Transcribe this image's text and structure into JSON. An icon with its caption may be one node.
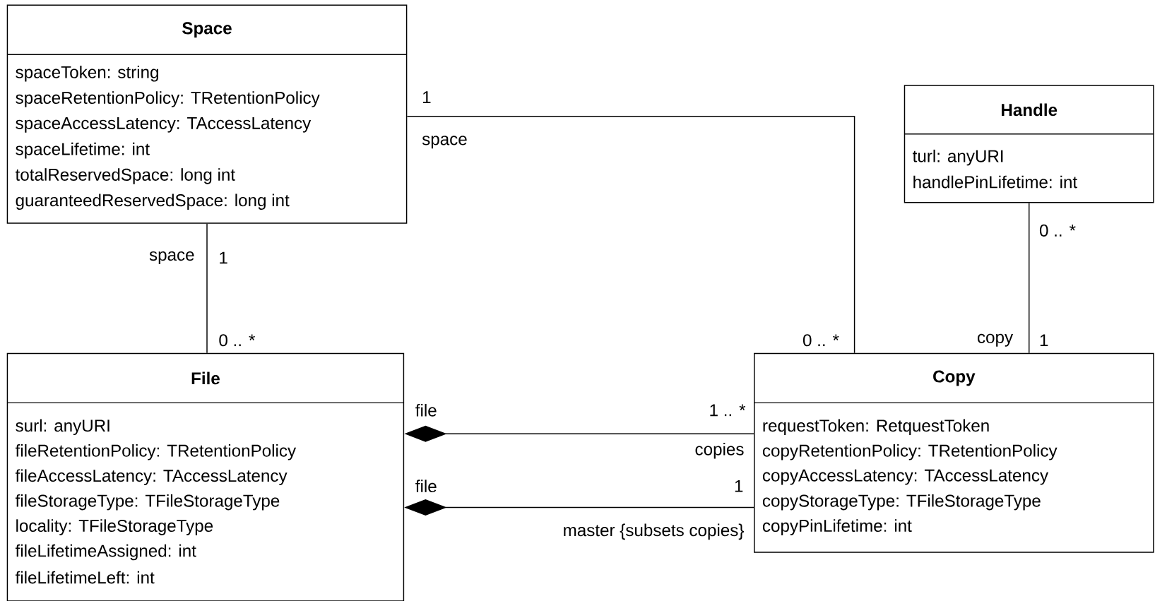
{
  "diagram": {
    "nodes": [
      {
        "text": [
          "Space",
          "spaceToken: string",
          "spaceRetentionPolicy: TRetentionPolicy",
          "spaceAccessLatency: TAccessLatency",
          "spaceLifetime: int",
          "totalReservedSpace: long int",
          "guaranteedReservedSpace: long int"
        ]
      },
      {
        "text": [
          "Handle",
          "turl: anyURI",
          "handlePinLifetime: int"
        ]
      },
      {
        "text": [
          "File",
          "surl: anyURI",
          "fileRetentionPolicy: TRetentionPolicy",
          "fileAccessLatency: TAccessLatency",
          "fileStorageType: TFileStorageType",
          "locality: TFileStorageType",
          "fileLifetimeAssigned: int",
          "fileLifetimeLeft: int"
        ]
      },
      {
        "text": [
          "Copy",
          "requestToken: RetquestToken",
          "copyRetentionPolicy: TRetentionPolicy",
          "copyAccessLatency: TAccessLatency",
          "copyStorageType: TFileStorageType",
          "copyPinLifetime: int"
        ]
      }
    ],
    "edges": [
      {
        "from": 0,
        "to": 3,
        "arrow": "none"
      },
      {
        "from": 0,
        "to": 2,
        "arrow": "none"
      },
      {
        "from": 1,
        "to": 3,
        "arrow": "none"
      },
      {
        "from": 2,
        "to": 3,
        "arrow": "other"
      },
      {
        "from": 2,
        "to": 3,
        "arrow": "other"
      }
    ],
    "labels": [
      "1",
      "space",
      "0 .. *",
      "space",
      "1",
      "0 .. *",
      "0 .. *",
      "copy",
      "1",
      "file",
      "1 .. *",
      "copies",
      "file",
      "1",
      "master {subsets copies}"
    ]
  }
}
